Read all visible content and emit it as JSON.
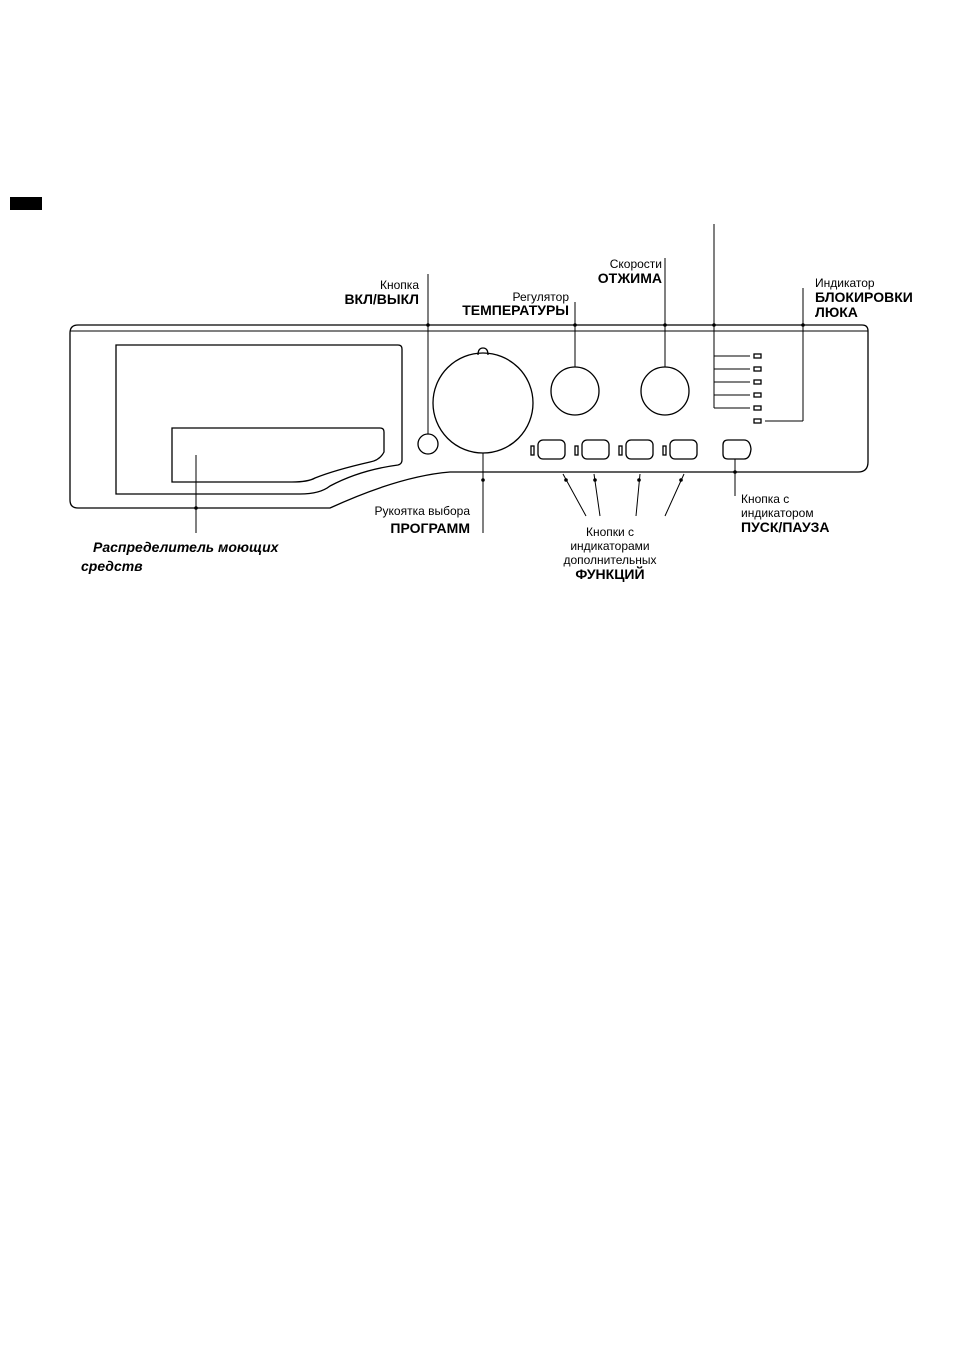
{
  "labels": {
    "power_small": "Кнопка",
    "power_big": "ВКЛ/ВЫКЛ",
    "temp_small": "Регулятор",
    "temp_big": "ТЕМПЕРАТУРЫ",
    "spin_small": "Скорости",
    "spin_big": "ОТЖИМА",
    "lock_small": "Индикатор",
    "lock_big1": "БЛОКИРОВКИ",
    "lock_big2": "ЛЮКА",
    "prog_small": "Рукоятка выбора",
    "prog_big": "ПРОГРАММ",
    "func_small1": "Кнопки с",
    "func_small2": "индикаторами",
    "func_small3": "дополнительных",
    "func_big": "ФУНКЦИЙ",
    "start_small1": "Кнопка с",
    "start_small2": "индикатором",
    "start_big": "ПУСК/ПАУЗА",
    "detergent1": "Распределитель моющих",
    "detergent2": "средств"
  },
  "colors": {
    "ink": "#000000",
    "paper": "#ffffff"
  }
}
